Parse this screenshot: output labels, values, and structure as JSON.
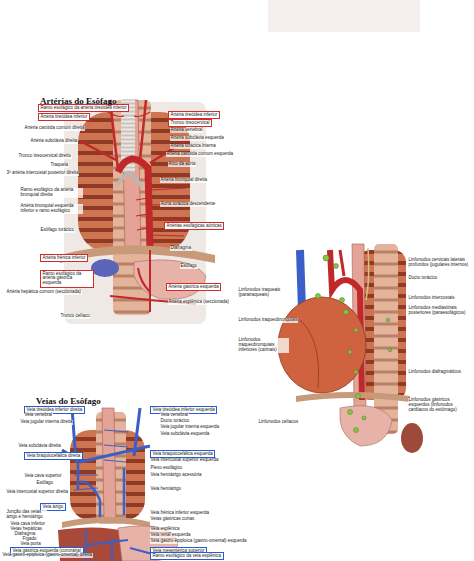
{
  "diagram": {
    "nodes": [
      {
        "text": [
          "Ramo esofágico da artéria tireóidea inferior"
        ]
      },
      {
        "text": [
          "Artéria tireóidea inferior"
        ]
      },
      {
        "text": [
          "Artéria tireóidea inferior"
        ]
      },
      {
        "text": [
          "Tronco tireocervical"
        ]
      },
      {
        "text": [
          "Artérias esofágicas aórticas"
        ]
      },
      {
        "text": [
          "Artéria frênica inferior"
        ]
      },
      {
        "text": [
          "Ramo esofágico da artéria gástrica esquerda"
        ]
      },
      {
        "text": [
          "Artéria gástrica esquerda"
        ]
      },
      {
        "text": [
          "Veia tireóidea inferior direita"
        ]
      },
      {
        "text": [
          "Veia tireóidea inferior esquerda"
        ]
      },
      {
        "text": [
          "Veia braquiocefálica direita"
        ]
      },
      {
        "text": [
          "Veia braquiocefálica esquerda"
        ]
      },
      {
        "text": [
          "Veia ázigo"
        ]
      },
      {
        "text": [
          "Veia gástrica esquerda (coronária)"
        ]
      },
      {
        "text": [
          "Veia mesentérica superior"
        ]
      },
      {
        "text": [
          "Ramo esofágico da veia esplênica"
        ]
      }
    ],
    "labels": [
      "Artérias do Esôfago",
      "Artéria carótida comum direita",
      "Artéria subclávia direita",
      "Tronco tireocervical direito",
      "Traqueia",
      "3ª artéria intercostal posterior direita",
      "Ramo esofágico da artéria bronquial direita",
      "Artéria bronquial esquerda inferior e ramo esofágico",
      "Esôfago torácico",
      "Artéria hepática comum (seccionada)",
      "Tronco celíaco",
      "Artéria vertebral",
      "Artéria subclávia esquerda",
      "Artéria torácica interna",
      "Artéria carótida comum esquerda",
      "Arco da aorta",
      "Artéria bronquial direita",
      "Aorta torácica descendente",
      "Diafragma",
      "Esôfago",
      "Artéria esplênica (seccionada)",
      "Veias do Esôfago",
      "Veia vertebral",
      "Veia jugular interna direita",
      "Veia subclávia direita",
      "Veia cava superior",
      "Esôfago",
      "Veia intercostal superior direita",
      "Junção das veias ázigo e hemiázigo",
      "Veia cava inferior",
      "Veias hepáticas",
      "Diafragma",
      "Fígado",
      "Veia porta",
      "Veia gastro-epiploica (gastro-omental) direita",
      "Veia vertebral",
      "Ducto torácico",
      "Veia jugular interna esquerda",
      "Veia subclávia esquerda",
      "Veia intercostal superior esquerda",
      "Plexo esofágico",
      "Veia hemiázigo acessória",
      "Veia hemiázigo",
      "Veia frênica inferior esquerda",
      "Veias gástricas curtas",
      "Veia esplênica",
      "Veia renal esquerda",
      "Veia gastro-epiploica (gastro-omental) esquerda",
      "Linfonodos cervicais laterais profundos (jugulares internos)",
      "Ducto torácico",
      "Linfonodos mediastinais posteriores (paraesofágicos)",
      "Linfonodos intercostais",
      "Linfonodos diafragmáticos",
      "Linfonodos gástricos esquerdos (linfonodos cardíacos do estômago)",
      "Linfonodos traqueais (paratraqueais)",
      "Linfonodos traqueobronquiais",
      "Linfonodos traqueobronquiais inferiores (carinais)",
      "Linfonodos celíacos"
    ]
  }
}
